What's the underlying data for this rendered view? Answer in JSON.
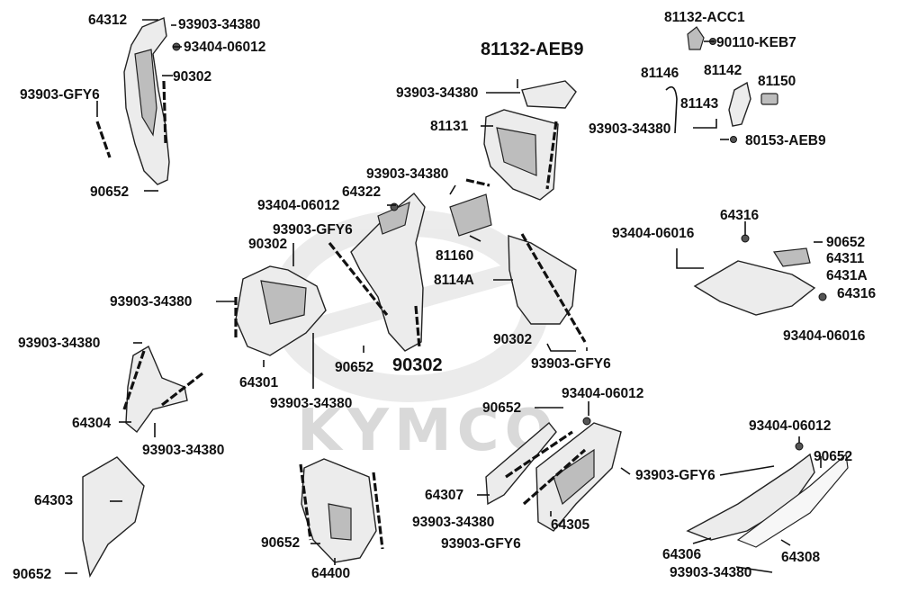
{
  "watermark": {
    "text": "KYMCO"
  },
  "labels": {
    "l01": "64312",
    "l02": "93903-34380",
    "l03": "93404-06012",
    "l04": "90302",
    "l05": "93903-GFY6",
    "l06": "90652",
    "l07": "81132-AEB9",
    "l08": "93903-34380",
    "l09": "81131",
    "l10": "81132-ACC1",
    "l11": "90110-KEB7",
    "l12": "81146",
    "l13": "81142",
    "l14": "81150",
    "l15": "81143",
    "l16": "93903-34380",
    "l17": "80153-AEB9",
    "l18": "93903-34380",
    "l19": "64322",
    "l20": "93404-06012",
    "l21": "93903-GFY6",
    "l22": "90302",
    "l23": "81160",
    "l24": "8114A",
    "l25": "93903-34380",
    "l26": "64316",
    "l27": "93404-06016",
    "l28": "90652",
    "l29": "64311",
    "l30": "6431A",
    "l31": "64316",
    "l32": "93404-06016",
    "l33": "93903-34380",
    "l34": "90302",
    "l35": "90652",
    "l36": "90302",
    "l37": "93903-GFY6",
    "l38": "64301",
    "l39": "93903-34380",
    "l40": "64304",
    "l41": "93903-34380",
    "l42": "90652",
    "l43": "93404-06012",
    "l44": "93404-06012",
    "l45": "90652",
    "l46": "93903-GFY6",
    "l47": "64307",
    "l48": "64305",
    "l49": "93903-34380",
    "l50": "93903-GFY6",
    "l51": "64303",
    "l52": "90652",
    "l53": "90652",
    "l54": "64400",
    "l55": "64306",
    "l56": "64308",
    "l57": "93903-34380"
  },
  "icons": {
    "logo-watermark": "kymco-logo-icon",
    "fastener": "screw-icon"
  },
  "colors": {
    "ink": "#111111",
    "part": "#ececec",
    "watermark": "#d9d9d9"
  }
}
